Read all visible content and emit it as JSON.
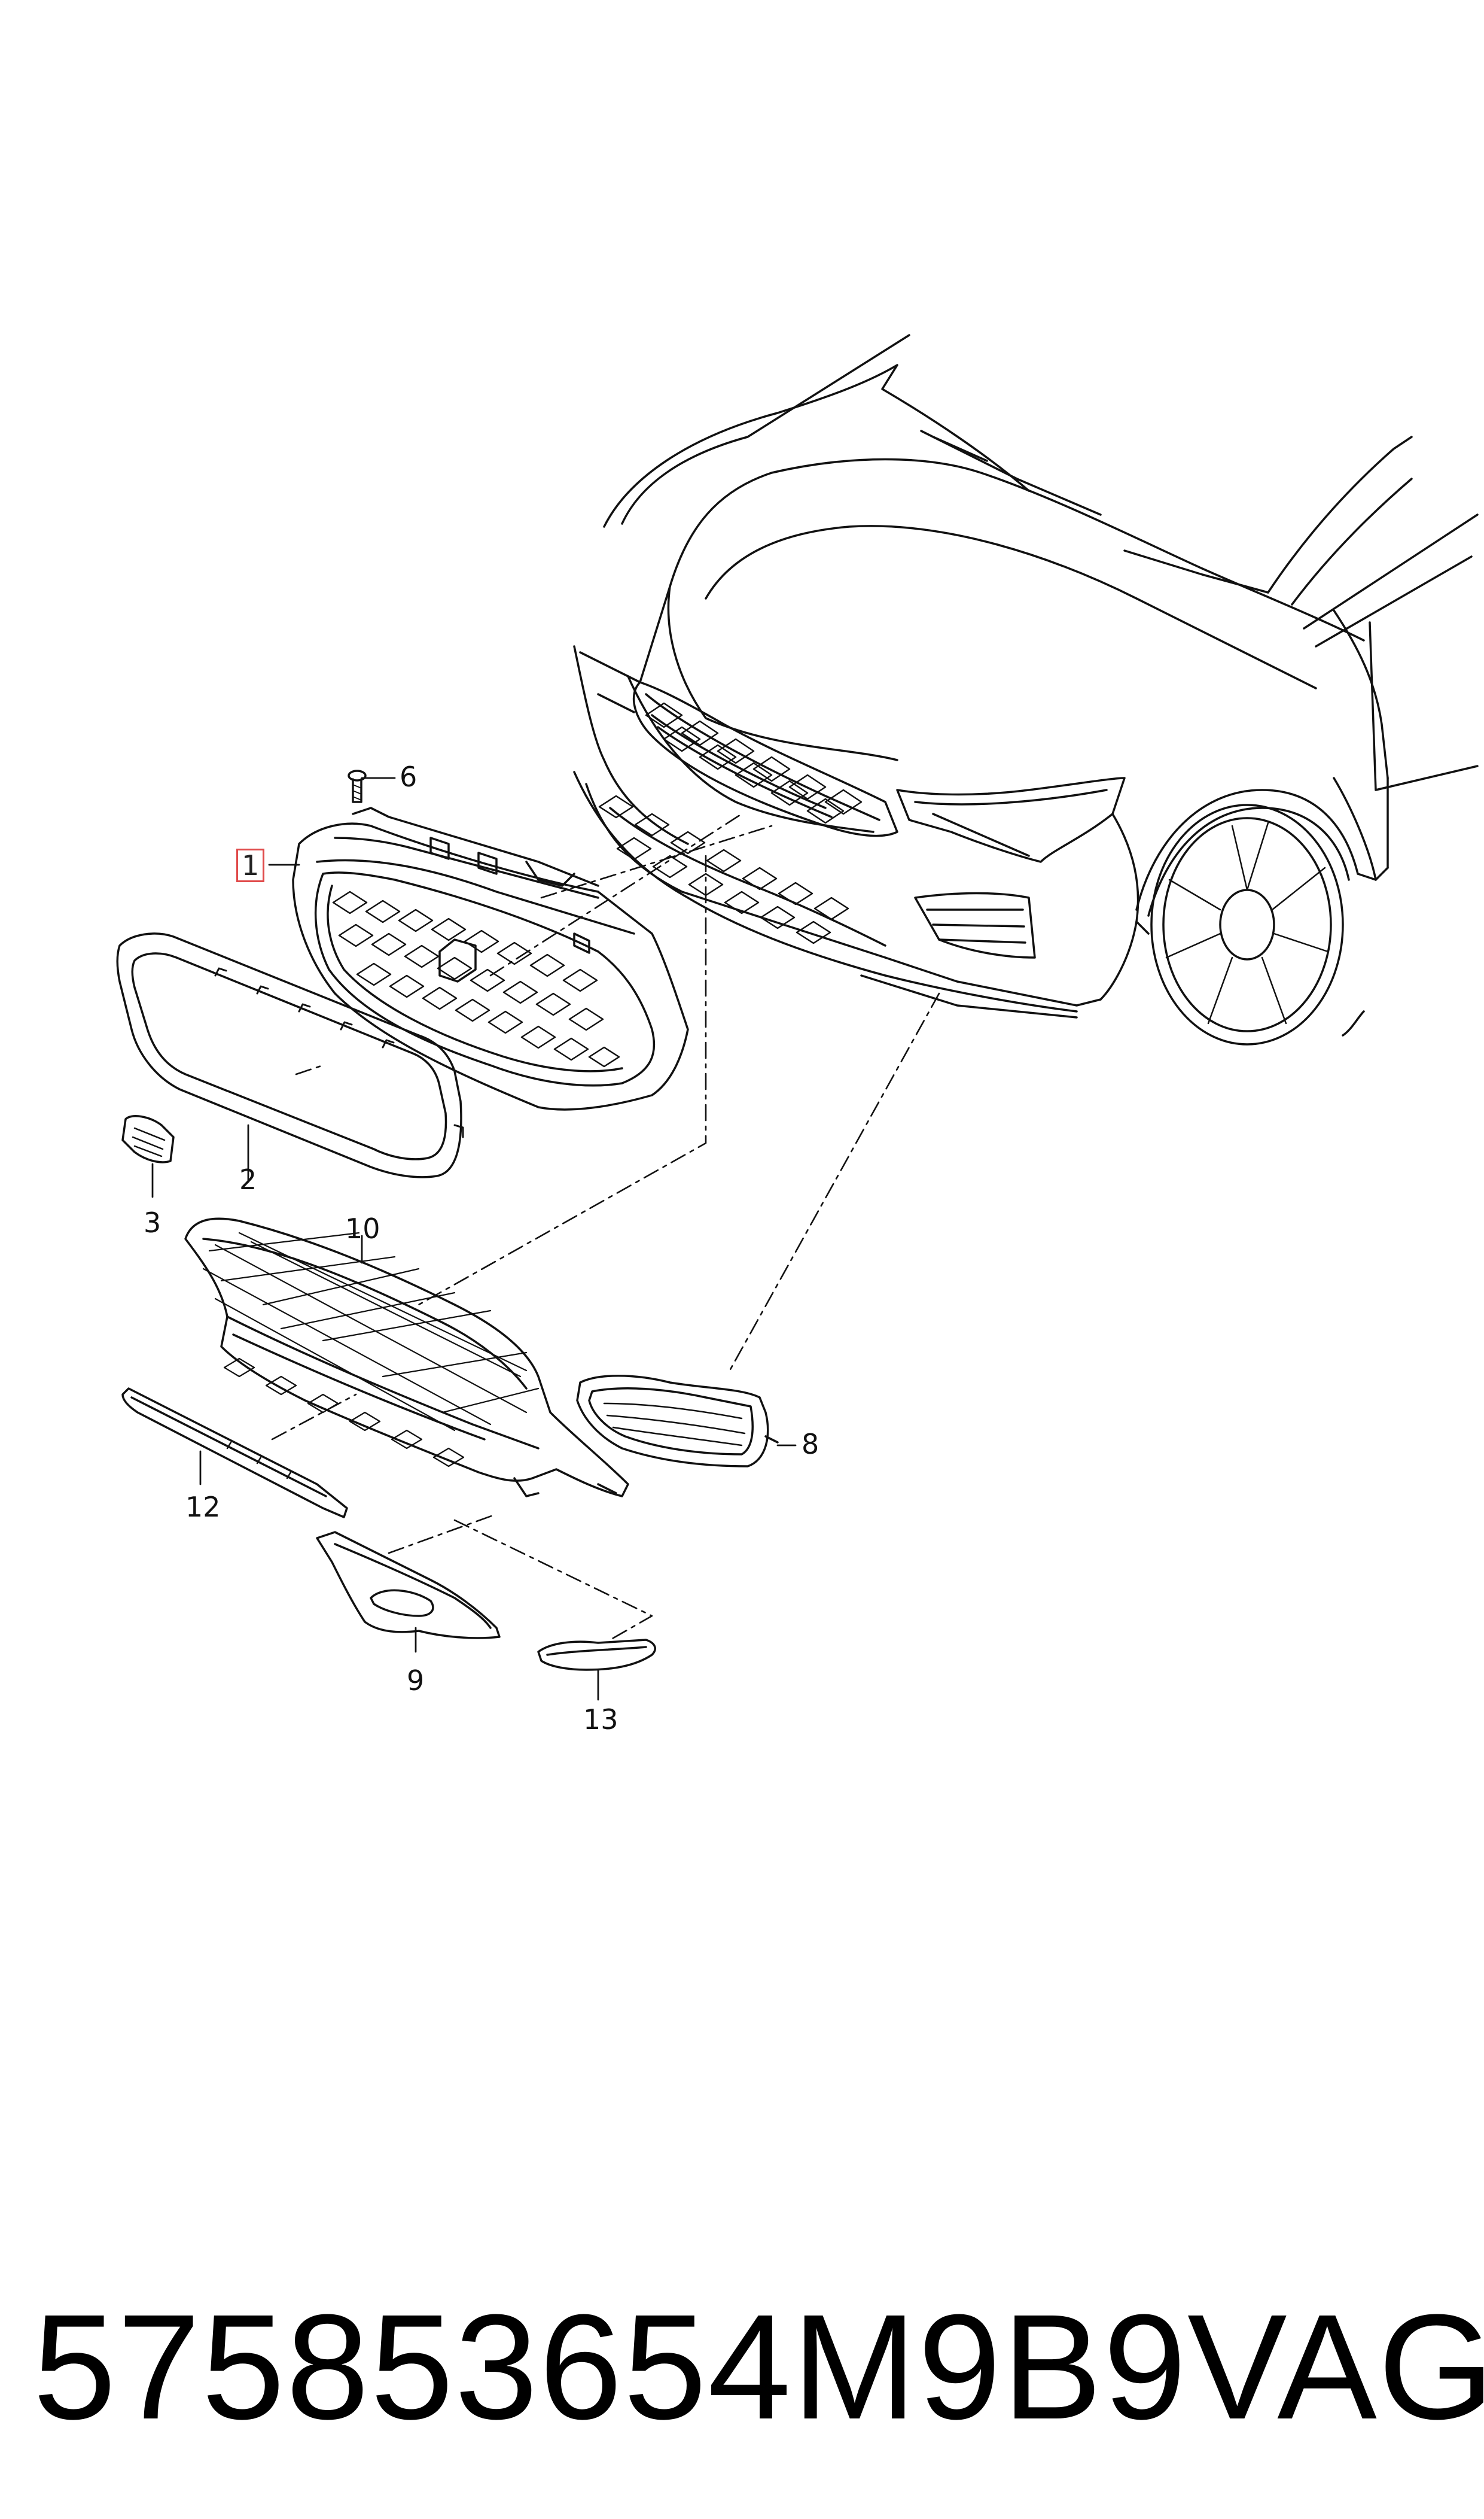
{
  "diagram": {
    "callouts": [
      {
        "id": "1",
        "label": "1",
        "highlighted": true
      },
      {
        "id": "2",
        "label": "2"
      },
      {
        "id": "3",
        "label": "3"
      },
      {
        "id": "6",
        "label": "6"
      },
      {
        "id": "8",
        "label": "8"
      },
      {
        "id": "9",
        "label": "9"
      },
      {
        "id": "10",
        "label": "10"
      },
      {
        "id": "12",
        "label": "12"
      },
      {
        "id": "13",
        "label": "13"
      }
    ],
    "highlight_color": "#e04a4a",
    "line_color": "#111111"
  },
  "footer": {
    "part_number": "575853654M9B9",
    "brand": "VAG"
  }
}
